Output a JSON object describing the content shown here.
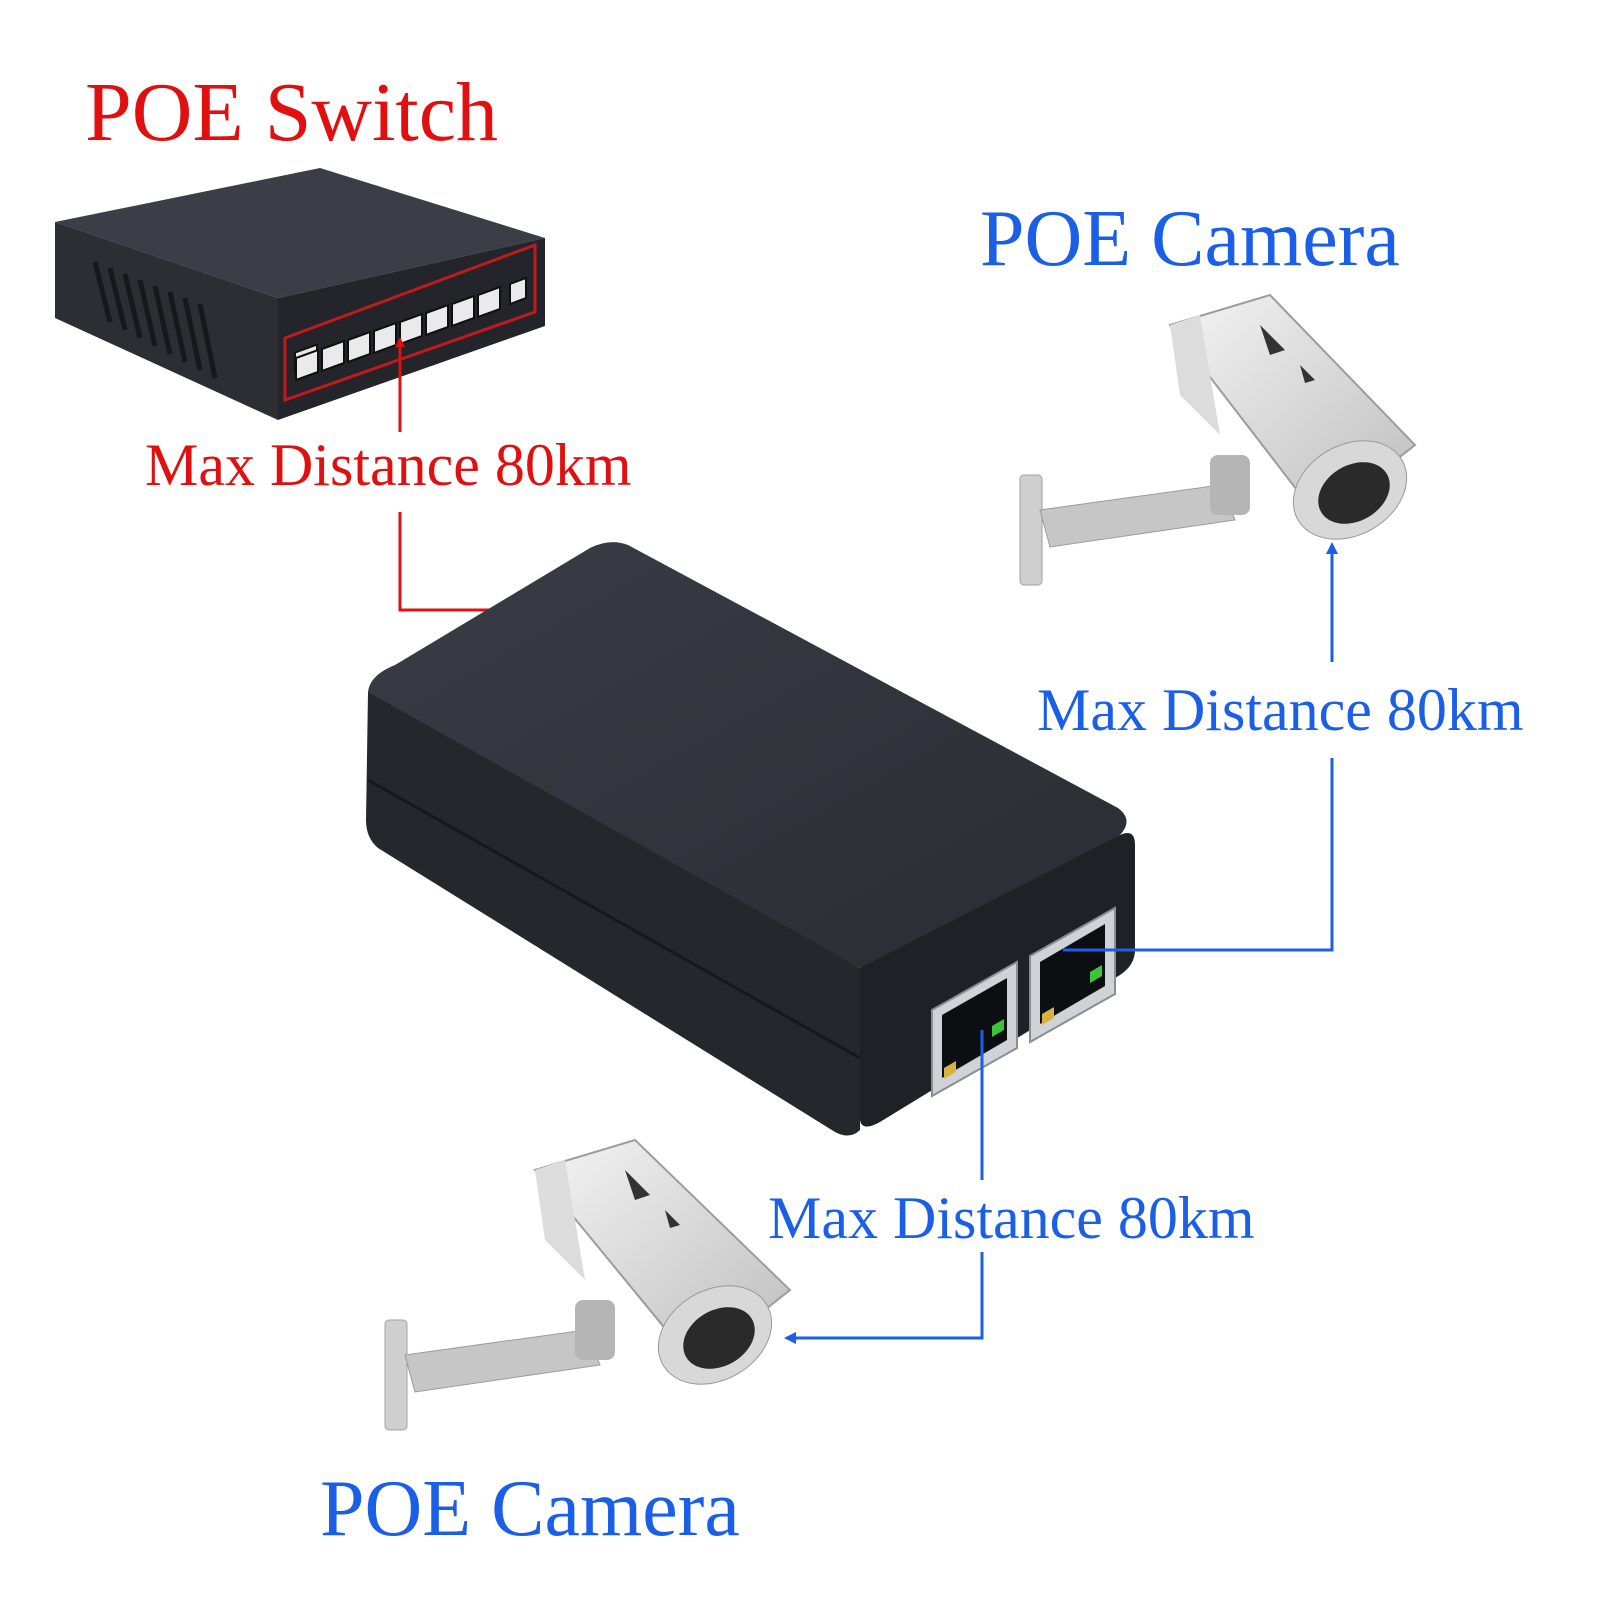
{
  "colors": {
    "switch_accent": "#e01010",
    "camera_accent": "#1a5fe6",
    "device_body": "#2b2e36",
    "background": "#ffffff"
  },
  "switch": {
    "title": "POE Switch",
    "link_label": "Max Distance 80km",
    "icon": "network-switch-icon"
  },
  "extender": {
    "icon": "poe-extender-icon",
    "ports": 2
  },
  "camera_top": {
    "title": "POE Camera",
    "link_label": "Max Distance 80km",
    "icon": "cctv-camera-icon"
  },
  "camera_bottom": {
    "title": "POE Camera",
    "link_label": "Max Distance 80km",
    "icon": "cctv-camera-icon"
  }
}
